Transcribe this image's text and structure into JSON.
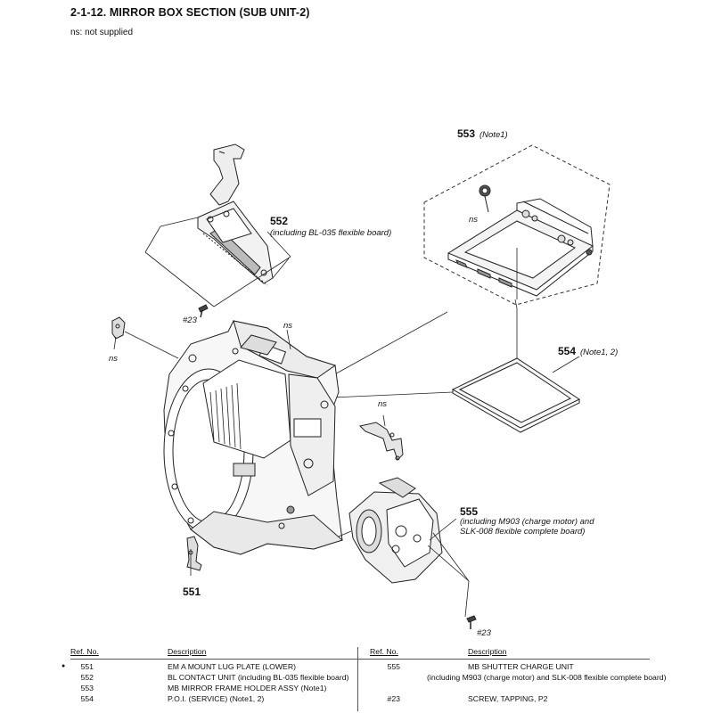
{
  "header": {
    "title": "2-1-12.  MIRROR BOX SECTION (SUB UNIT-2)",
    "note": "ns: not supplied"
  },
  "callouts": {
    "c553": {
      "num": "553",
      "note": "(Note1)"
    },
    "c552": {
      "num": "552",
      "desc": "(including BL-035 flexible board)"
    },
    "c554": {
      "num": "554",
      "note": "(Note1, 2)"
    },
    "c555": {
      "num": "555",
      "desc1": "(including M903 (charge motor) and",
      "desc2": "SLK-008 flexible complete board)"
    },
    "c551": {
      "num": "551"
    },
    "ns1": "ns",
    "ns2": "ns",
    "ns3": "ns",
    "ns4": "ns",
    "s23a": "#23",
    "s23b": "#23"
  },
  "table": {
    "headers": {
      "ref_left": "Ref. No.",
      "desc_left": "Description",
      "ref_right": "Ref. No.",
      "desc_right": "Description"
    },
    "bullet": "●",
    "left_rows": [
      {
        "ref": "551",
        "desc": "EM A MOUNT LUG PLATE (LOWER)"
      },
      {
        "ref": "552",
        "desc": "BL CONTACT UNIT (including BL-035 flexible board)"
      },
      {
        "ref": "553",
        "desc": "MB MIRROR FRAME HOLDER ASSY (Note1)"
      },
      {
        "ref": "554",
        "desc": "P.O.I. (SERVICE) (Note1, 2)"
      }
    ],
    "right_rows": [
      {
        "ref": "555",
        "desc": "MB SHUTTER CHARGE UNIT"
      },
      {
        "ref": "",
        "desc": "(including M903 (charge motor) and SLK-008 flexible complete board)"
      },
      {
        "ref": "#23",
        "desc": "SCREW, TAPPING, P2"
      }
    ]
  }
}
